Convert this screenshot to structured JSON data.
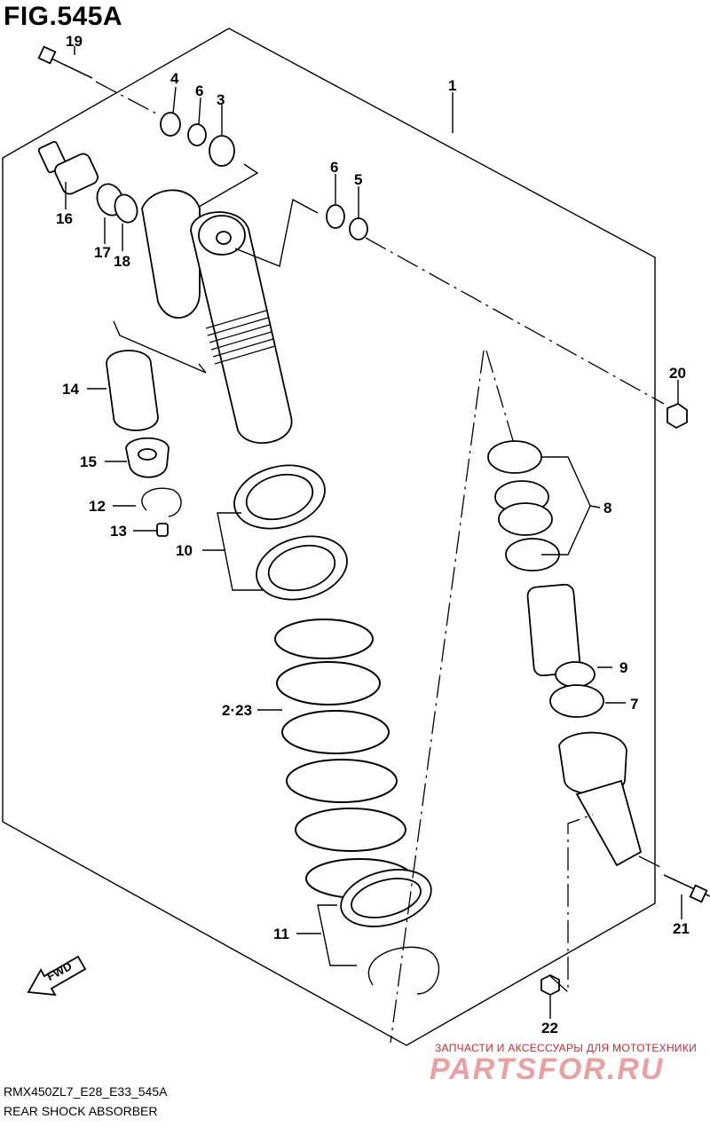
{
  "figure": {
    "title": "FIG.545A",
    "model_code": "RMX450ZL7_E28_E33_545A",
    "section_name": "REAR SHOCK ABSORBER"
  },
  "fwd_label": "FWD",
  "callouts": [
    {
      "id": "19",
      "label": "19"
    },
    {
      "id": "4",
      "label": "4"
    },
    {
      "id": "6a",
      "label": "6"
    },
    {
      "id": "3",
      "label": "3"
    },
    {
      "id": "1",
      "label": "1"
    },
    {
      "id": "16",
      "label": "16"
    },
    {
      "id": "17",
      "label": "17"
    },
    {
      "id": "18",
      "label": "18"
    },
    {
      "id": "6b",
      "label": "6"
    },
    {
      "id": "5",
      "label": "5"
    },
    {
      "id": "20",
      "label": "20"
    },
    {
      "id": "14",
      "label": "14"
    },
    {
      "id": "15",
      "label": "15"
    },
    {
      "id": "12",
      "label": "12"
    },
    {
      "id": "13",
      "label": "13"
    },
    {
      "id": "10",
      "label": "10"
    },
    {
      "id": "8",
      "label": "8"
    },
    {
      "id": "9",
      "label": "9"
    },
    {
      "id": "7",
      "label": "7"
    },
    {
      "id": "2-23",
      "label": "2·23"
    },
    {
      "id": "11",
      "label": "11"
    },
    {
      "id": "21",
      "label": "21"
    },
    {
      "id": "22",
      "label": "22"
    }
  ],
  "watermark": {
    "tagline": "ЗАПЧАСТИ И АКСЕССУАРЫ ДЛЯ МОТОТЕХНИКИ",
    "logo": "PARTSFOR.RU"
  }
}
